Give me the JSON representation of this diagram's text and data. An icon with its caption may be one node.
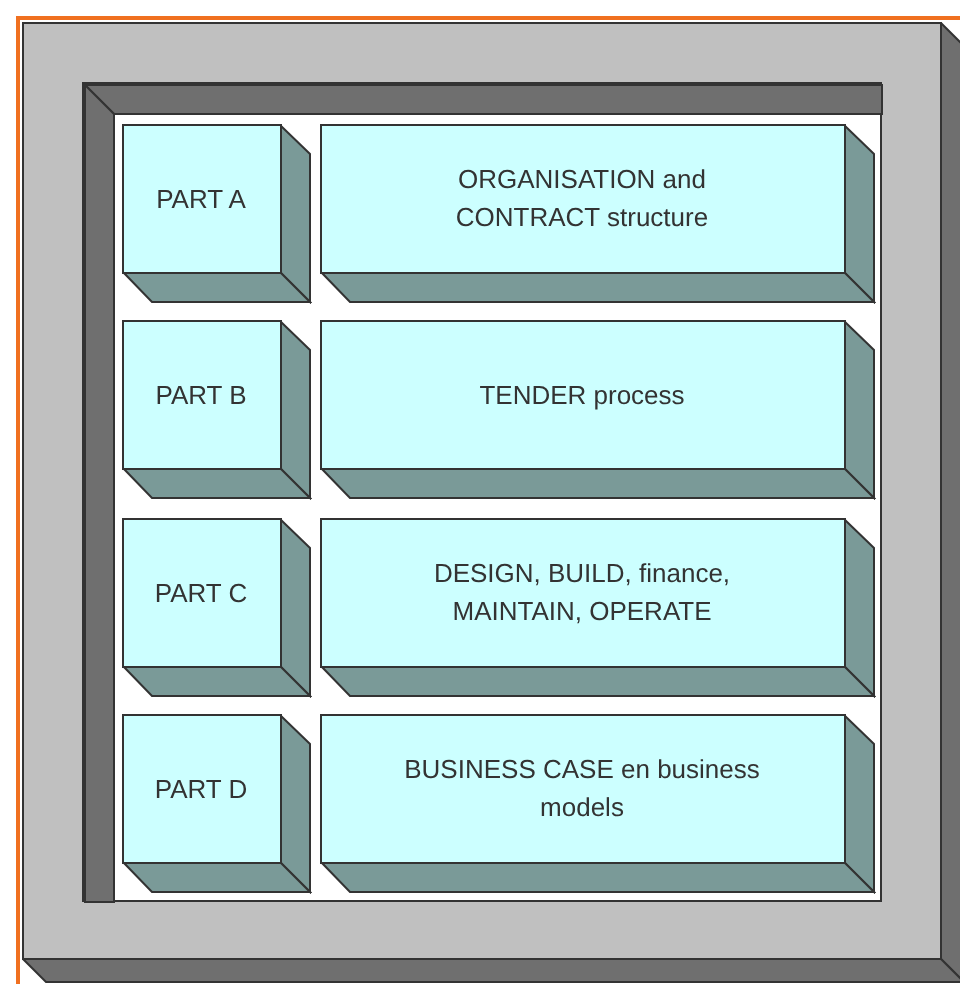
{
  "diagram": {
    "nodes": [
      {
        "text": [],
        "shape": "box"
      },
      {
        "text": [],
        "shape": "box",
        "in": 0
      },
      {
        "text": [
          "PART A"
        ],
        "in": 1
      },
      {
        "text": [
          "ORGANISATION and CONTRACT structure"
        ],
        "in": 1
      },
      {
        "text": [
          "PART B"
        ],
        "in": 1
      },
      {
        "text": [
          "TENDER process"
        ],
        "in": 1
      },
      {
        "text": [
          "PART C"
        ],
        "in": 1
      },
      {
        "text": [
          "DESIGN, BUILD, finance, MAINTAIN, OPERATE"
        ],
        "in": 1
      },
      {
        "text": [
          "PART D"
        ],
        "in": 1
      },
      {
        "text": [
          "BUSINESS CASE en business models"
        ],
        "in": 1
      }
    ]
  }
}
